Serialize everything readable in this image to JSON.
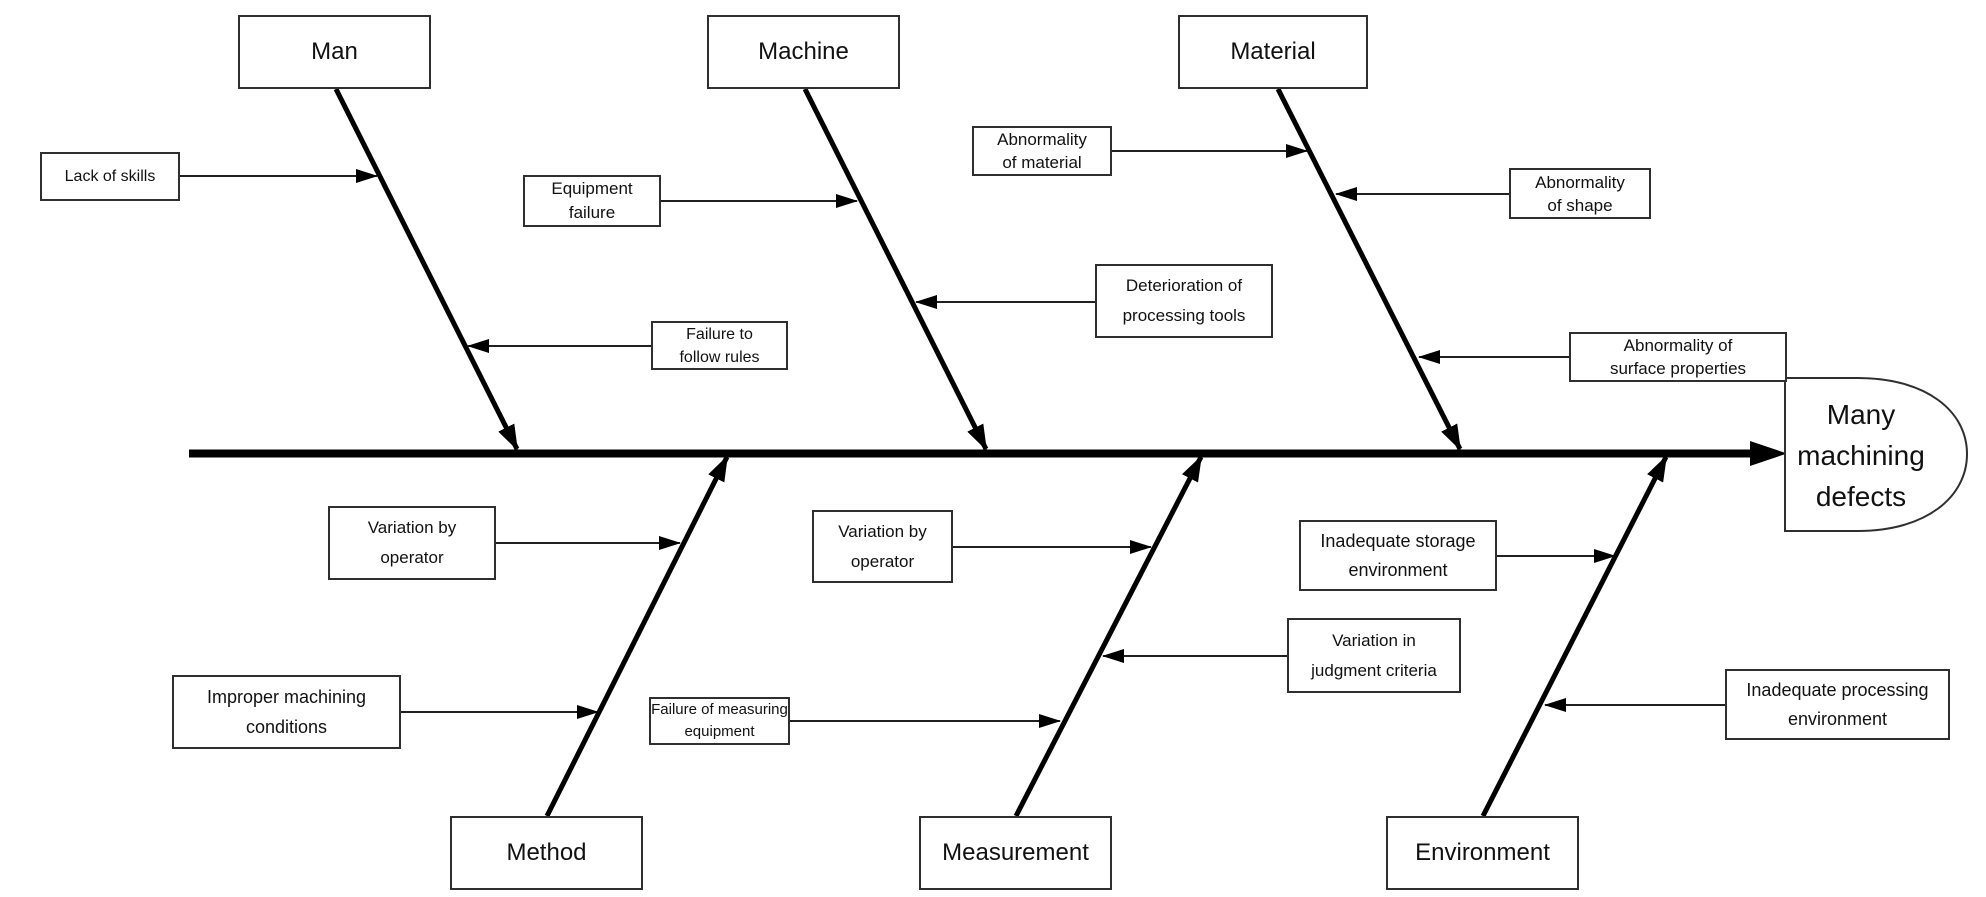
{
  "colors": {
    "background": "#ffffff",
    "line": "#000000",
    "box_border": "#2f2f2f",
    "text": "#111111"
  },
  "effect": {
    "lines": [
      "Many",
      "machining",
      "defects"
    ]
  },
  "categories": [
    {
      "id": "man",
      "label": "Man"
    },
    {
      "id": "machine",
      "label": "Machine"
    },
    {
      "id": "material",
      "label": "Material"
    },
    {
      "id": "method",
      "label": "Method"
    },
    {
      "id": "measurement",
      "label": "Measurement"
    },
    {
      "id": "environment",
      "label": "Environment"
    }
  ],
  "causes": [
    {
      "id": "lack-of-skills",
      "category": "Man",
      "lines": [
        "Lack of skills"
      ]
    },
    {
      "id": "failure-to-follow-rules",
      "category": "Man",
      "lines": [
        "Failure to",
        "follow rules"
      ]
    },
    {
      "id": "equipment-failure",
      "category": "Machine",
      "lines": [
        "Equipment",
        "failure"
      ]
    },
    {
      "id": "deterioration-of-processing-tools",
      "category": "Machine",
      "lines": [
        "Deterioration of",
        "processing tools"
      ]
    },
    {
      "id": "abnormality-of-material",
      "category": "Material",
      "lines": [
        "Abnormality",
        "of material"
      ]
    },
    {
      "id": "abnormality-of-shape",
      "category": "Material",
      "lines": [
        "Abnormality",
        "of shape"
      ]
    },
    {
      "id": "abnormality-of-surface-properties",
      "category": "Material",
      "lines": [
        "Abnormality of",
        "surface properties"
      ]
    },
    {
      "id": "variation-by-operator-method",
      "category": "Method",
      "lines": [
        "Variation by",
        "operator"
      ]
    },
    {
      "id": "improper-machining-conditions",
      "category": "Method",
      "lines": [
        "Improper machining",
        "conditions"
      ]
    },
    {
      "id": "variation-by-operator-measurement",
      "category": "Measurement",
      "lines": [
        "Variation by",
        "operator"
      ]
    },
    {
      "id": "failure-of-measuring-equipment",
      "category": "Measurement",
      "lines": [
        "Failure of measuring",
        "equipment"
      ]
    },
    {
      "id": "variation-in-judgment-criteria",
      "category": "Measurement",
      "lines": [
        "Variation in",
        "judgment criteria"
      ]
    },
    {
      "id": "inadequate-storage-environment",
      "category": "Environment",
      "lines": [
        "Inadequate storage",
        "environment"
      ]
    },
    {
      "id": "inadequate-processing-environment",
      "category": "Environment",
      "lines": [
        "Inadequate processing",
        "environment"
      ]
    }
  ]
}
